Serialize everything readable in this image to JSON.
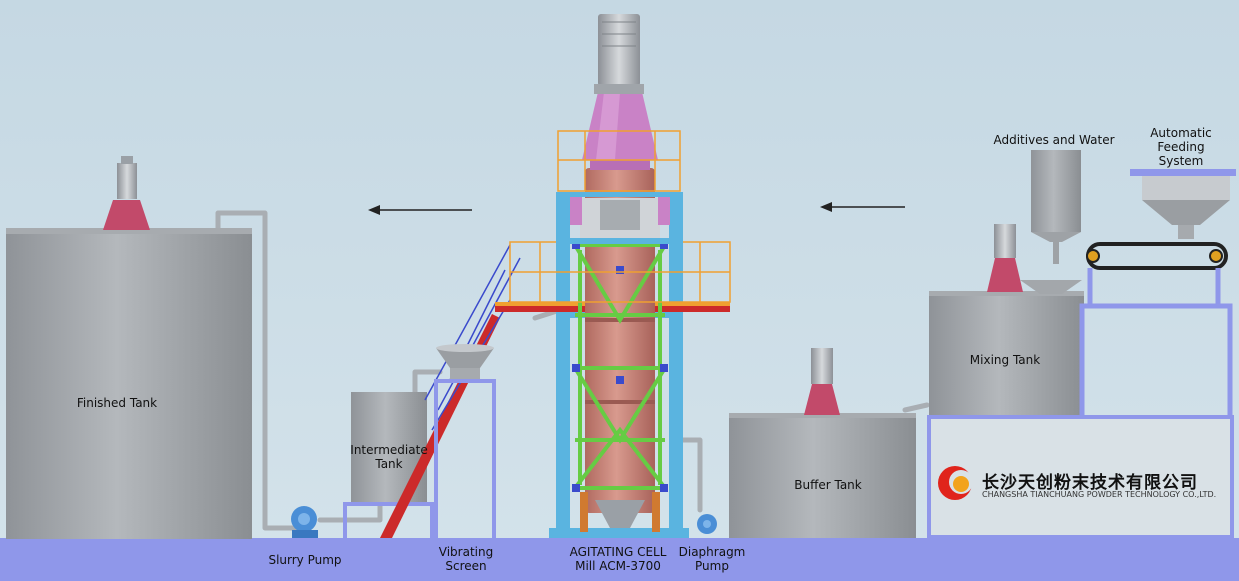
{
  "labels": {
    "finished_tank": "Finished Tank",
    "intermediate_tank": "Intermediate Tank",
    "buffer_tank": "Buffer Tank",
    "mixing_tank": "Mixing Tank",
    "additives_water": "Additives and Water",
    "auto_feeding": "Automatic Feeding System",
    "slurry_pump": "Slurry Pump",
    "vibrating_screen": "Vibrating Screen",
    "mill_line1": "AGITATING CELL",
    "mill_line2": "Mill ACM-3700",
    "diaphragm_pump": "Diaphragm Pump"
  },
  "logo": {
    "chinese": "长沙天创粉末技术有限公司",
    "english": "CHANGSHA TIANCHUANG POWDER TECHNOLOGY CO.,LTD."
  },
  "colors": {
    "sky": "#c9dbe5",
    "floor": "#8f97ea",
    "tank_gray": "#9ea2a6",
    "mill_body": "#c98579",
    "mill_top": "#c982c6",
    "frame_blue": "#5ab4e0",
    "platform_orange": "#f0a030",
    "brace_green": "#66cc44",
    "motor_red": "#c24a6a",
    "logo_red": "#e0241c",
    "pipe": "#b8bdc2"
  }
}
